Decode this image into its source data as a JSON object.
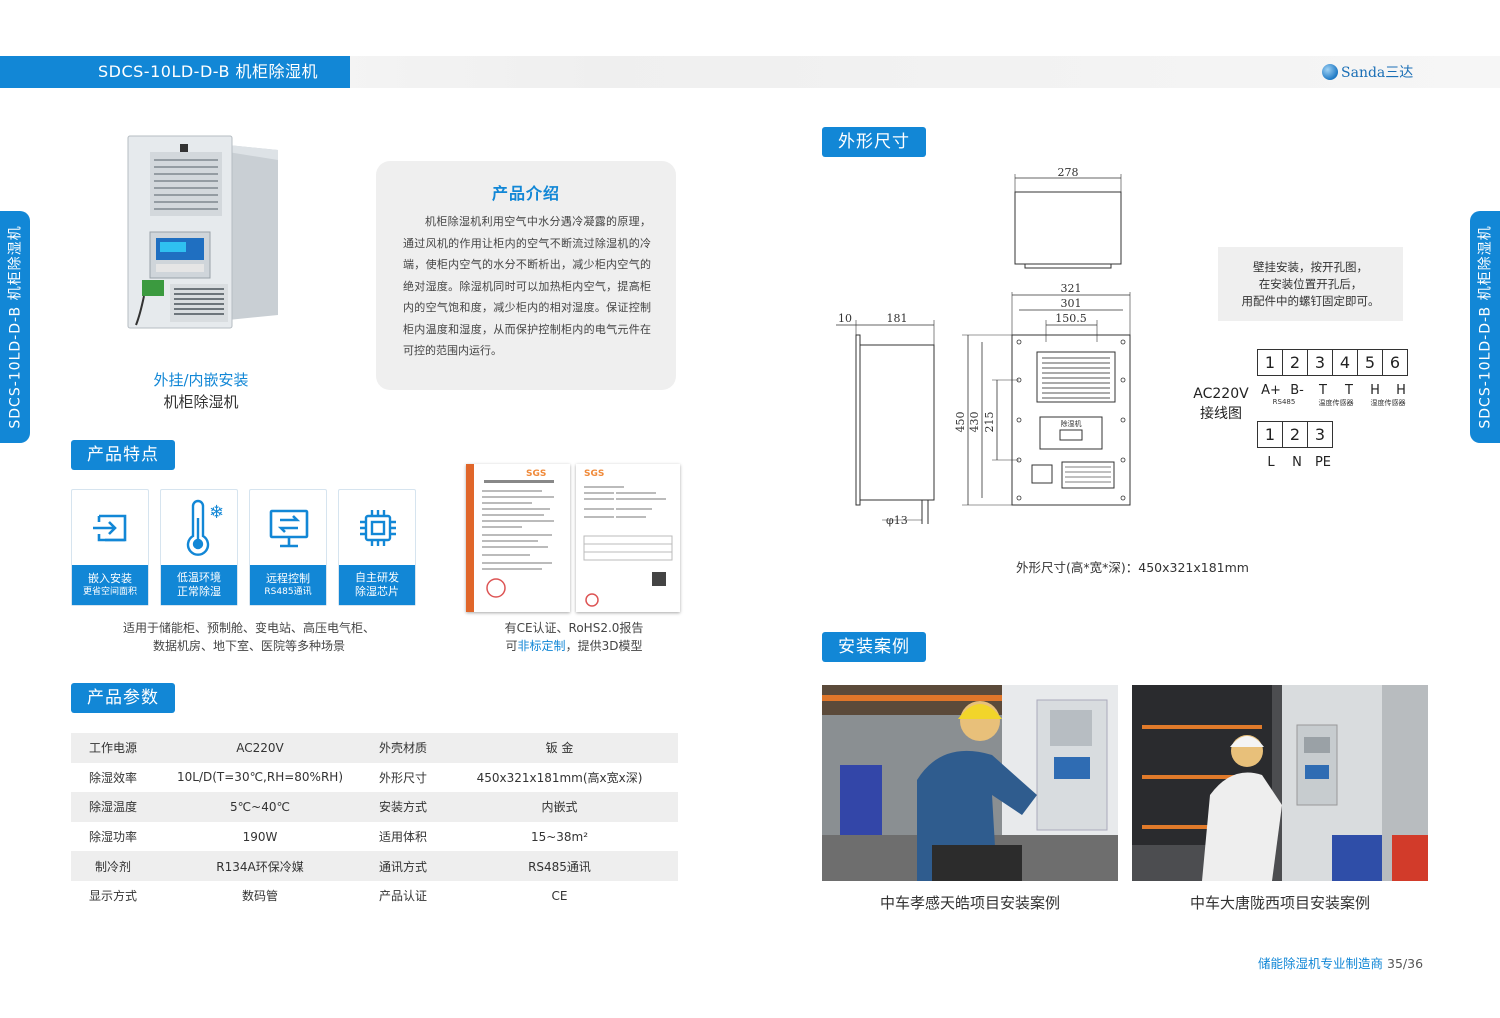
{
  "header": {
    "title": "SDCS-10LD-D-B 机柜除湿机",
    "logo_text": "Sanda三达"
  },
  "side_tabs": {
    "left": "SDCS-10LD-D-B 机柜除湿机",
    "right": "SDCS-10LD-D-B 机柜除湿机"
  },
  "product": {
    "caption_line1": "外挂/内嵌安装",
    "caption_line2": "机柜除湿机"
  },
  "intro": {
    "title": "产品介绍",
    "text": "机柜除湿机利用空气中水分遇冷凝露的原理，通过风机的作用让柜内的空气不断流过除湿机的冷端，使柜内空气的水分不断析出，减少柜内空气的绝对湿度。除湿机同时可以加热柜内空气，提高柜内的空气饱和度，减少柜内的相对湿度。保证控制柜内温度和湿度，从而保护控制柜内的电气元件在可控的范围内运行。"
  },
  "features": {
    "title": "产品特点",
    "items": [
      {
        "line1": "嵌入安装",
        "line2": "更省空间面积",
        "icon": "embed-icon"
      },
      {
        "line1": "低温环境",
        "line2": "正常除湿",
        "icon": "thermometer-icon"
      },
      {
        "line1": "远程控制",
        "line2": "RS485通讯",
        "icon": "remote-monitor-icon"
      },
      {
        "line1": "自主研发",
        "line2": "除湿芯片",
        "icon": "chip-icon"
      }
    ],
    "note_line1": "适用于储能柜、预制舱、变电站、高压电气柜、",
    "note_line2": "数据机房、地下室、医院等多种场景"
  },
  "certs": {
    "note_line1": "有CE认证、RoHS2.0报告",
    "note_pre": "可",
    "note_highlight": "非标定制",
    "note_post": "，提供3D模型",
    "cert1_brand": "SGS",
    "cert2_brand": "SGS"
  },
  "params": {
    "title": "产品参数",
    "rows": [
      [
        "工作电源",
        "AC220V",
        "外壳材质",
        "钣 金"
      ],
      [
        "除湿效率",
        "10L/D(T=30℃,RH=80%RH)",
        "外形尺寸",
        "450x321x181mm(高x宽x深)"
      ],
      [
        "除湿温度",
        "5℃~40℃",
        "安装方式",
        "内嵌式"
      ],
      [
        "除湿功率",
        "190W",
        "适用体积",
        "15~38m²"
      ],
      [
        "制冷剂",
        "R134A环保冷媒",
        "通讯方式",
        "RS485通讯"
      ],
      [
        "显示方式",
        "数码管",
        "产品认证",
        "CE"
      ]
    ]
  },
  "dimensions": {
    "title": "外形尺寸",
    "labels": {
      "top_width": "278",
      "depth_10": "10",
      "depth_181": "181",
      "w321": "321",
      "w301": "301",
      "w150": "150.5",
      "h450": "450",
      "h430": "430",
      "h215": "215",
      "pipe": "φ13",
      "panel_text": "除湿机"
    },
    "caption": "外形尺寸(高*宽*深)：450x321x181mm"
  },
  "install_tip": {
    "line1": "壁挂安装，按开孔图，",
    "line2": "在安装位置开孔后，",
    "line3": "用配件中的螺钉固定即可。"
  },
  "wiring": {
    "label_line1": "AC220V",
    "label_line2": "接线图",
    "row1_numbers": [
      "1",
      "2",
      "3",
      "4",
      "5",
      "6"
    ],
    "row1_labels": [
      "A+",
      "B-",
      "T",
      "T",
      "H",
      "H"
    ],
    "row1_sub_rs485": "RS485",
    "row1_sub_temp": "温度传感器",
    "row1_sub_hum": "湿度传感器",
    "row2_numbers": [
      "1",
      "2",
      "3"
    ],
    "row2_labels": [
      "L",
      "N",
      "PE"
    ]
  },
  "cases": {
    "title": "安装案例",
    "items": [
      {
        "caption": "中车孝感天皓项目安装案例"
      },
      {
        "caption": "中车大唐陇西项目安装案例"
      }
    ]
  },
  "footer": {
    "text": "储能除湿机专业制造商",
    "page": "35/36"
  }
}
